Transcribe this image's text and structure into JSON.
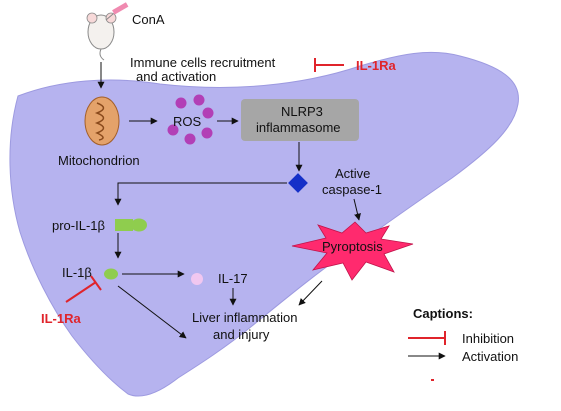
{
  "stimulus": "ConA",
  "immune_line1": "Immune cells recruitment",
  "immune_line2": "and  activation",
  "inhibitor_top": "IL-1Ra",
  "mitochondrion": "Mitochondrion",
  "ros": "ROS",
  "nlrp3_line1": "NLRP3",
  "nlrp3_line2": "inflammasome",
  "caspase_line1": "Active",
  "caspase_line2": "caspase-1",
  "pro_il1b": "pro-IL-1β",
  "il1b": "IL-1β",
  "pyroptosis": "Pyroptosis",
  "il17": "IL-17",
  "outcome_line1": "Liver inflammation",
  "outcome_line2": "and injury",
  "inhibitor_left": "IL-1Ra",
  "captions": {
    "title": "Captions:",
    "inhibition": "Inhibition",
    "activation": "Activation"
  },
  "colors": {
    "liver": "#b6b3ef",
    "inhibitor": "#e0242b",
    "ros": "#b23fb6",
    "nlrp3_box": "#a6a6a6",
    "caspase": "#1530c8",
    "il1b": "#8fcd4e",
    "pyroptosis": "#ff2a6e",
    "il17": "#f1c7f0",
    "mito": "#e4a26a"
  }
}
